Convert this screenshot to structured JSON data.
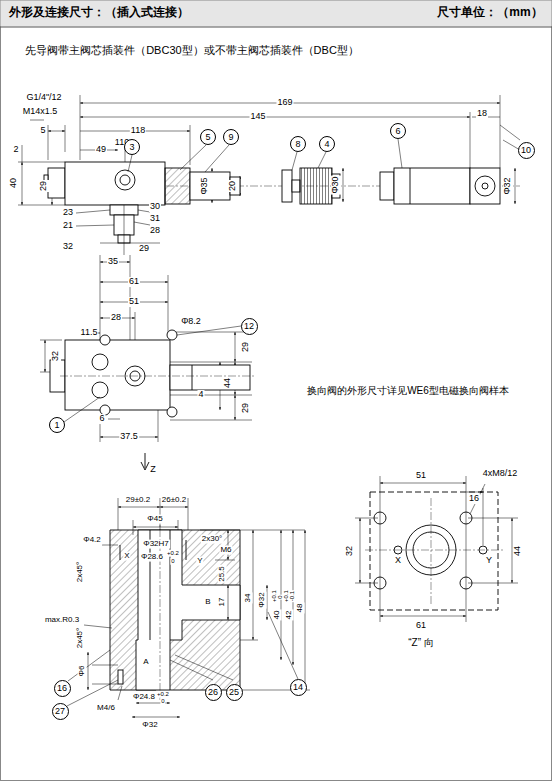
{
  "diagram": {
    "title": "外形及连接尺寸：（插入式连接）",
    "nodes": [
      {
        "text": [
          "3"
        ]
      },
      {
        "text": [
          "5"
        ]
      },
      {
        "text": [
          "9"
        ]
      },
      {
        "text": [
          "8"
        ]
      },
      {
        "text": [
          "4"
        ]
      },
      {
        "text": [
          "6"
        ]
      },
      {
        "text": [
          "10"
        ]
      },
      {
        "text": [
          "12"
        ]
      },
      {
        "text": [
          "1"
        ]
      },
      {
        "text": [
          "16"
        ]
      },
      {
        "text": [
          "27"
        ]
      },
      {
        "text": [
          "26"
        ]
      },
      {
        "text": [
          "25"
        ]
      },
      {
        "text": [
          "14"
        ]
      }
    ],
    "labels": [
      "尺寸单位：（mm）",
      "先导阀带主阀芯插装件（DBC30型）或不带主阀芯插装件（DBC型）",
      "G1/4\"/12",
      "M14x1.5",
      "169",
      "145",
      "118",
      "5",
      "2",
      "49",
      "110",
      "18",
      "40",
      "29",
      "Φ35",
      "20",
      "Φ30",
      "Φ32",
      "30",
      "31",
      "28",
      "23",
      "21",
      "32",
      "29",
      "35",
      "61",
      "51",
      "28",
      "11.5",
      "Φ8.2",
      "32",
      "29",
      "44",
      "4",
      "29",
      "6",
      "37.5",
      "换向阀的外形尺寸详见WE6型电磁换向阀样本",
      "Z",
      "29±0.2",
      "26±0.2",
      "Φ45",
      "Φ32H7",
      "Φ28.6",
      "+0.2",
      "0",
      "2x30°",
      "M6",
      "Φ4.2",
      "X",
      "Y",
      "2x45°",
      "25.5",
      "B",
      "17",
      "34",
      "Φ32",
      "40",
      "+0.1",
      "0",
      "42",
      "+0.1",
      "-0.1",
      "48",
      "max.R0.3",
      "2x45°",
      "Φ6",
      "A",
      "Φ24.8",
      "+0.2",
      "0",
      "M4/6",
      "Φ32",
      "51",
      "4xM8/12",
      "16",
      "32",
      "X",
      "Y",
      "44",
      "61",
      "“Z” 向"
    ]
  }
}
